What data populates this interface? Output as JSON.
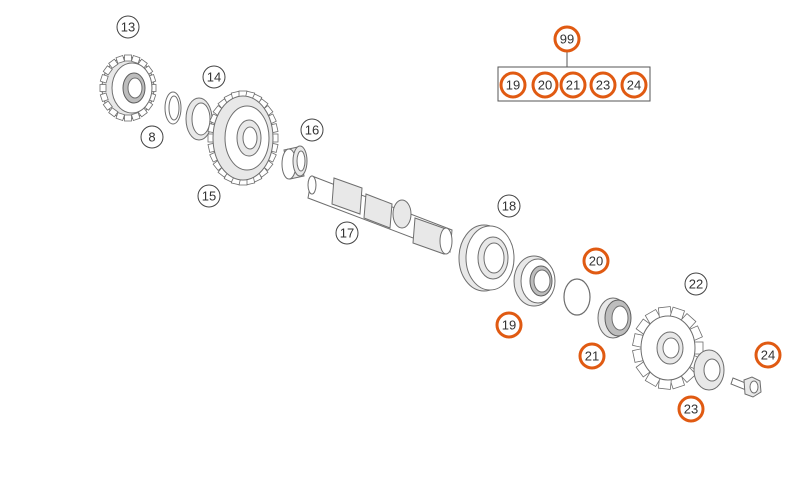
{
  "diagram": {
    "kit_number": "99",
    "kit_members": [
      "19",
      "20",
      "21",
      "23",
      "24"
    ],
    "highlight_color": "#e05a12",
    "callouts": [
      {
        "id": "13",
        "highlighted": false
      },
      {
        "id": "14",
        "highlighted": false
      },
      {
        "id": "8",
        "highlighted": false
      },
      {
        "id": "15",
        "highlighted": false
      },
      {
        "id": "16",
        "highlighted": false
      },
      {
        "id": "17",
        "highlighted": false
      },
      {
        "id": "18",
        "highlighted": false
      },
      {
        "id": "19",
        "highlighted": true
      },
      {
        "id": "20",
        "highlighted": true
      },
      {
        "id": "21",
        "highlighted": true
      },
      {
        "id": "22",
        "highlighted": false
      },
      {
        "id": "23",
        "highlighted": true
      },
      {
        "id": "24",
        "highlighted": true
      }
    ]
  }
}
